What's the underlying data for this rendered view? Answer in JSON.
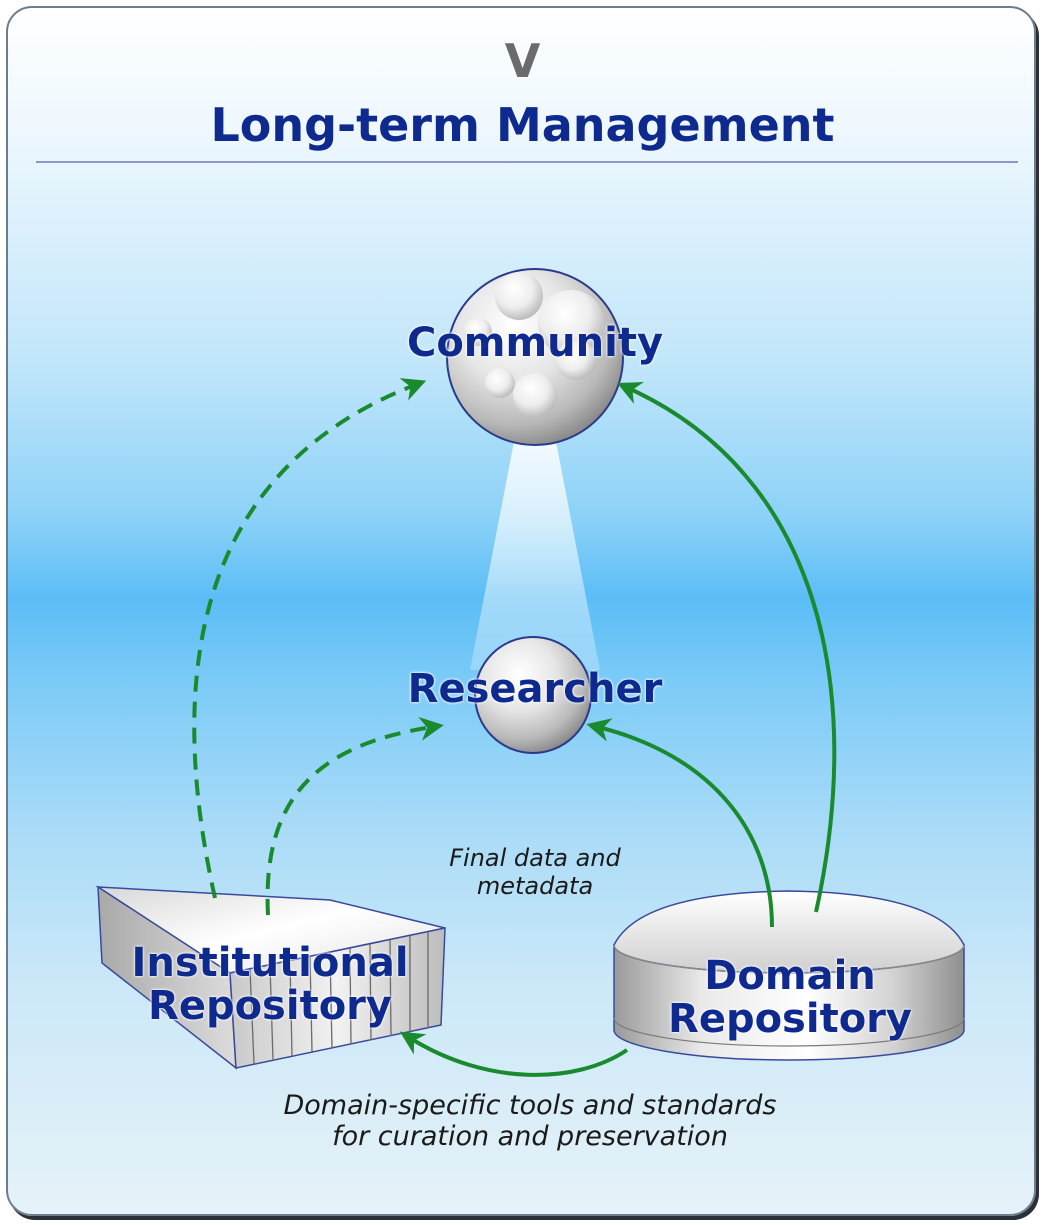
{
  "header": {
    "section_number": "V",
    "title": "Long-term Management"
  },
  "nodes": {
    "community": "Community",
    "researcher": "Researcher",
    "institutional_line1": "Institutional",
    "institutional_line2": "Repository",
    "domain_line1": "Domain",
    "domain_line2": "Repository"
  },
  "annotations": {
    "final_data_line1": "Final data and",
    "final_data_line2": "metadata",
    "tools_line1": "Domain-specific tools and standards",
    "tools_line2": "for curation and preservation"
  },
  "colors": {
    "title": "#0e2a8f",
    "arrow": "#1a8a2e",
    "roman": "#6b6b6b"
  },
  "arrows": [
    {
      "from": "institutional_repository",
      "to": "community",
      "style": "dashed"
    },
    {
      "from": "institutional_repository",
      "to": "researcher",
      "style": "dashed"
    },
    {
      "from": "domain_repository",
      "to": "community",
      "style": "solid"
    },
    {
      "from": "domain_repository",
      "to": "researcher",
      "style": "solid"
    },
    {
      "from": "domain_repository",
      "to": "institutional_repository",
      "style": "solid"
    }
  ]
}
